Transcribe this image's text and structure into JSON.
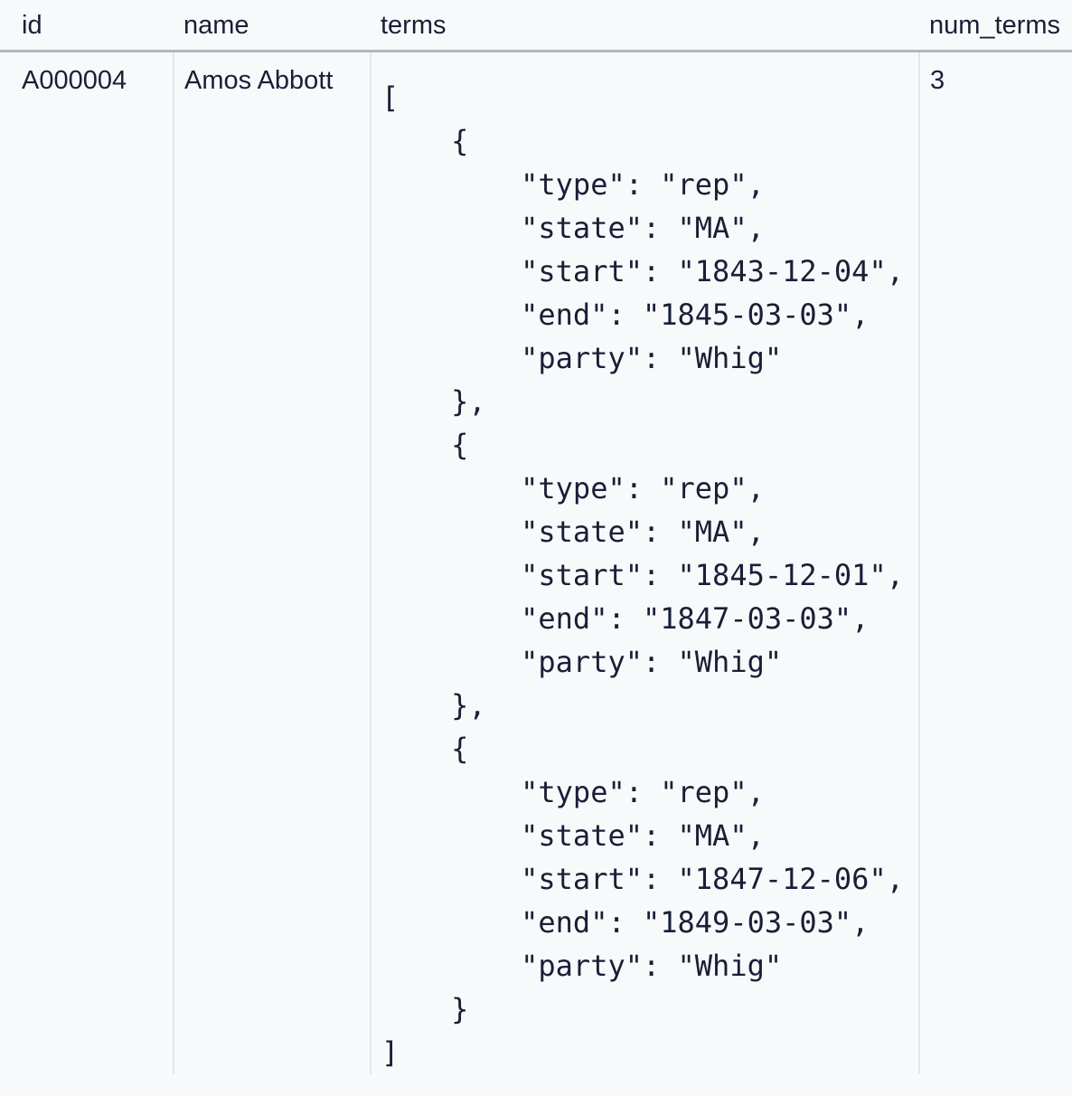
{
  "table": {
    "columns": [
      {
        "key": "id",
        "label": "id"
      },
      {
        "key": "name",
        "label": "name"
      },
      {
        "key": "terms",
        "label": "terms"
      },
      {
        "key": "num_terms",
        "label": "num_terms"
      }
    ],
    "rows": [
      {
        "id": "A000004",
        "name": "Amos Abbott",
        "num_terms": "3",
        "terms_json": "[\n    {\n        \"type\": \"rep\",\n        \"state\": \"MA\",\n        \"start\": \"1843-12-04\",\n        \"end\": \"1845-03-03\",\n        \"party\": \"Whig\"\n    },\n    {\n        \"type\": \"rep\",\n        \"state\": \"MA\",\n        \"start\": \"1845-12-01\",\n        \"end\": \"1847-03-03\",\n        \"party\": \"Whig\"\n    },\n    {\n        \"type\": \"rep\",\n        \"state\": \"MA\",\n        \"start\": \"1847-12-06\",\n        \"end\": \"1849-03-03\",\n        \"party\": \"Whig\"\n    }\n]",
        "terms": [
          {
            "type": "rep",
            "state": "MA",
            "start": "1843-12-04",
            "end": "1845-03-03",
            "party": "Whig"
          },
          {
            "type": "rep",
            "state": "MA",
            "start": "1845-12-01",
            "end": "1847-03-03",
            "party": "Whig"
          },
          {
            "type": "rep",
            "state": "MA",
            "start": "1847-12-06",
            "end": "1849-03-03",
            "party": "Whig"
          }
        ]
      }
    ]
  },
  "colors": {
    "background": "#f8f9fb",
    "text": "#1a1f36",
    "header_rule": "#b3b6bd",
    "column_divider": "#e4e6ea"
  }
}
